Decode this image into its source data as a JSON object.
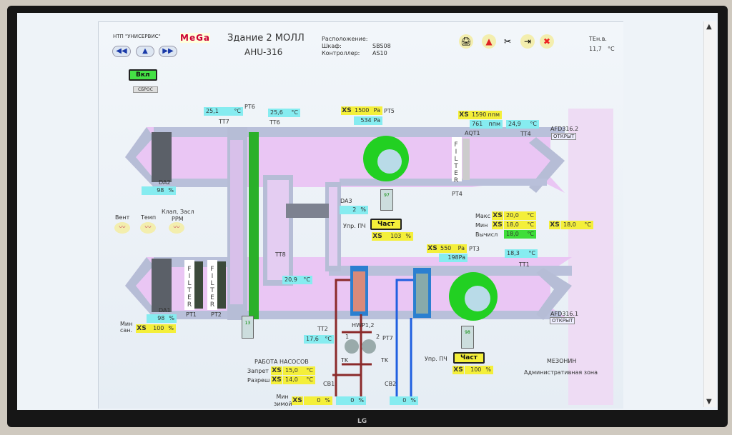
{
  "header": {
    "org": "НТП \"УНИСЕРВИС\"",
    "logo": "MeGa",
    "building": "Здание 2 МОЛЛ",
    "unit": "AHU-316",
    "location_label": "Расположение:",
    "cabinet_label": "Шкаф:",
    "cabinet": "SBS08",
    "controller_label": "Контроллер:",
    "controller": "AS10",
    "outdoor_label": "ТЕн.в.",
    "outdoor_value": "11,7",
    "outdoor_unit": "°C"
  },
  "nav": {
    "back": "◀◀",
    "up": "▲",
    "forward": "▶▶"
  },
  "toolbar": {
    "print": "printer-icon",
    "alarm": "alarm-bell-icon",
    "settings": "tools-icon",
    "exit": "door-exit-icon",
    "close": "close-icon"
  },
  "control": {
    "on_label": "Вкл",
    "reset_label": "СБРОС"
  },
  "trends": {
    "vent": "Вент",
    "temp": "Темп",
    "damper": "Клап, Засл",
    "ppm": "PPM"
  },
  "units": {
    "c": "°C",
    "pct": "%",
    "pa": "Pa",
    "ppm": "ппм",
    "xs": "XS"
  },
  "sensors": {
    "tt7": {
      "label": "TT7",
      "value": "25,1"
    },
    "pt6": {
      "label": "PT6"
    },
    "tt6": {
      "label": "TT6",
      "value": "25,6"
    },
    "pt5": {
      "label": "PT5",
      "setpoint": "1500",
      "value": "534"
    },
    "aqt1": {
      "label": "AQT1",
      "setpoint": "1590",
      "value": "761"
    },
    "tt4": {
      "label": "TT4",
      "value": "24,9"
    },
    "afd2": {
      "label": "AFD316.2",
      "state": "ОТКРЫТ"
    },
    "pt4": {
      "label": "PT4"
    },
    "da2": {
      "label": "DA2",
      "value": "98"
    },
    "da3": {
      "label": "DA3",
      "value": "2"
    },
    "tt8": {
      "label": "TT8",
      "value": "20,9"
    },
    "pt3": {
      "label": "PT3",
      "setpoint": "550",
      "value": "198Pa"
    },
    "tt1": {
      "label": "TT1",
      "value": "18,3"
    },
    "da1": {
      "label": "DA1",
      "value": "98"
    },
    "pt1": {
      "label": "PT1"
    },
    "pt2": {
      "label": "PT2"
    },
    "tt2": {
      "label": "TT2",
      "value": "17,6"
    },
    "hwp": {
      "label": "HWP1,2",
      "p1": "1",
      "p2": "2"
    },
    "pt7": {
      "label": "PT7"
    },
    "tk": "TK",
    "cv1": {
      "label": "CB1"
    },
    "cv2": {
      "label": "CB2"
    },
    "afd1": {
      "label": "AFD316.1",
      "state": "ОТКРЫТ"
    }
  },
  "filter": "FILTER",
  "vfd_upper": {
    "label": "Упр. ПЧ",
    "mode": "Част",
    "setpoint": "103",
    "display": "97"
  },
  "vfd_lower": {
    "label": "Упр. ПЧ",
    "mode": "Част",
    "setpoint": "100",
    "display": "98"
  },
  "vfd_wheel": {
    "display": "13"
  },
  "min_san": {
    "label": "Мин сан.",
    "value": "100"
  },
  "supply_temp": {
    "max_label": "Макс",
    "max": "20,0",
    "min_label": "Мин",
    "min": "18,0",
    "calc_label": "Вычисл",
    "calc": "18,0",
    "setpoint": "18,0"
  },
  "pumps": {
    "title": "РАБОТА НАСОСОВ",
    "forbid_label": "Запрет",
    "forbid": "15,0",
    "allow_label": "Разреш",
    "allow": "14,0"
  },
  "winter": {
    "label": "Мин зимой",
    "value": "0",
    "valve1": "0",
    "valve2": "0"
  },
  "zone": {
    "title": "МЕЗОНИН",
    "subtitle": "Административная зона"
  },
  "scroll": {
    "up": "▲",
    "down": "▼"
  },
  "monitor_brand": "LG"
}
